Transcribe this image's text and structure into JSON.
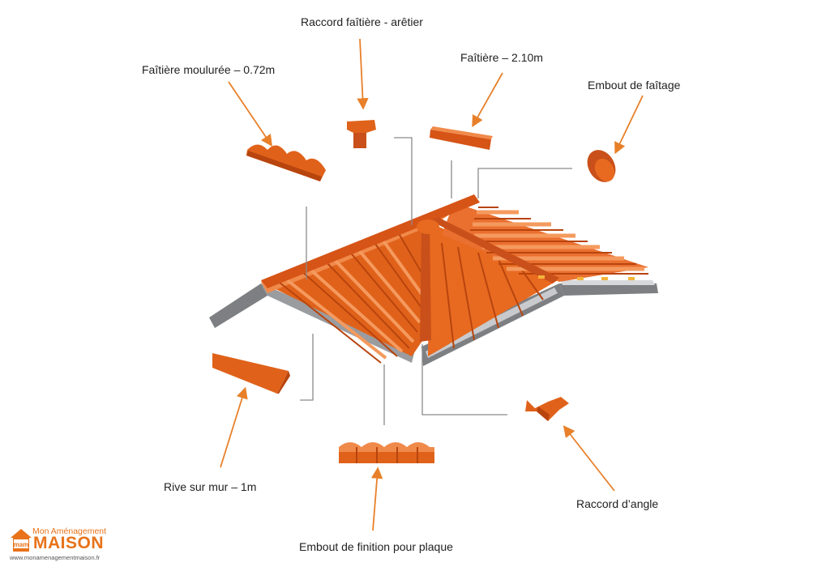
{
  "labels": {
    "raccord_faitiere_aretier": "Raccord faîtière - arêtier",
    "faitiere_210": "Faîtière – 2.10m",
    "faitiere_moulee": "Faîtière moulurée – 0.72m",
    "embout_faitage": "Embout de faîtage",
    "rive_sur_mur": "Rive sur mur – 1m",
    "raccord_angle": "Raccord d’angle",
    "embout_finition": "Embout de finition pour plaque"
  },
  "logo": {
    "line1": "Mon Aménagement",
    "line2": "MAISON",
    "url": "www.monamenagementmaison.fr",
    "house_text": "mam"
  },
  "colors": {
    "tile": "#e0621a",
    "tile_dark": "#b8440e",
    "tile_light": "#f08a4a",
    "arrow": "#e8802a",
    "leader": "#8a8a8a",
    "wall": "#7d7f82",
    "brand": "#e8731a"
  }
}
